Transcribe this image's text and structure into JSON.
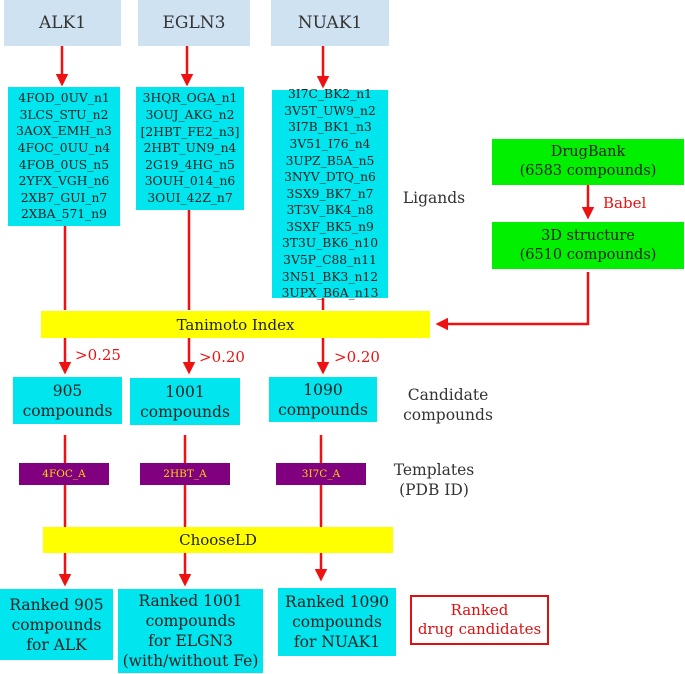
{
  "targets": [
    "ALK1",
    "EGLN3",
    "NUAK1"
  ],
  "ligands": [
    [
      "4FOD_0UV_n1",
      "3LCS_STU_n2",
      "3AOX_EMH_n3",
      "4FOC_0UU_n4",
      "4FOB_0US_n5",
      "2YFX_VGH_n6",
      "2XB7_GUI_n7",
      "2XBA_571_n9"
    ],
    [
      "3HQR_OGA_n1",
      "3OUJ_AKG_n2",
      "[2HBT_FE2_n3]",
      "2HBT_UN9_n4",
      "2G19_4HG_n5",
      "3OUH_014_n6",
      "3OUI_42Z_n7"
    ],
    [
      "3I7C_BK2_n1",
      "3V5T_UW9_n2",
      "3I7B_BK1_n3",
      "3V51_I76_n4",
      "3UPZ_B5A_n5",
      "3NYV_DTQ_n6",
      "3SX9_BK7_n7",
      "3T3V_BK4_n8",
      "3SXF_BK5_n9",
      "3T3U_BK6_n10",
      "3V5P_C88_n11",
      "3N51_BK3_n12",
      "3UPX_B6A_n13"
    ]
  ],
  "drugbank": {
    "title": "DrugBank",
    "count": "(6583 compounds)"
  },
  "babel": "Babel",
  "structure3d": {
    "title": "3D structure",
    "count": "(6510 compounds)"
  },
  "labels": {
    "ligands": "Ligands",
    "candidate": [
      "Candidate",
      "compounds"
    ],
    "templates": [
      "Templates",
      "(PDB ID)"
    ]
  },
  "tanimoto": "Tanimoto Index",
  "thresholds": [
    ">0.25",
    ">0.20",
    ">0.20"
  ],
  "candidates": [
    [
      "905",
      "compounds"
    ],
    [
      "1001",
      "compounds"
    ],
    [
      "1090",
      "compounds"
    ]
  ],
  "templates": [
    "4FOC_A",
    "2HBT_A",
    "3I7C_A"
  ],
  "chooseld": "ChooseLD",
  "ranked": [
    [
      "Ranked 905",
      "compounds",
      "for ALK"
    ],
    [
      "Ranked 1001",
      "compounds",
      "for ELGN3",
      "(with/without Fe)"
    ],
    [
      "Ranked 1090",
      "compounds",
      "for NUAK1"
    ]
  ],
  "legend": [
    "Ranked",
    "drug candidates"
  ],
  "colors": {
    "arrow": "#ee1111",
    "cyan": "#00e5ee",
    "green": "#00f000",
    "yellow": "#ffff00",
    "header": "#cfe2f1",
    "template": "#800080"
  }
}
